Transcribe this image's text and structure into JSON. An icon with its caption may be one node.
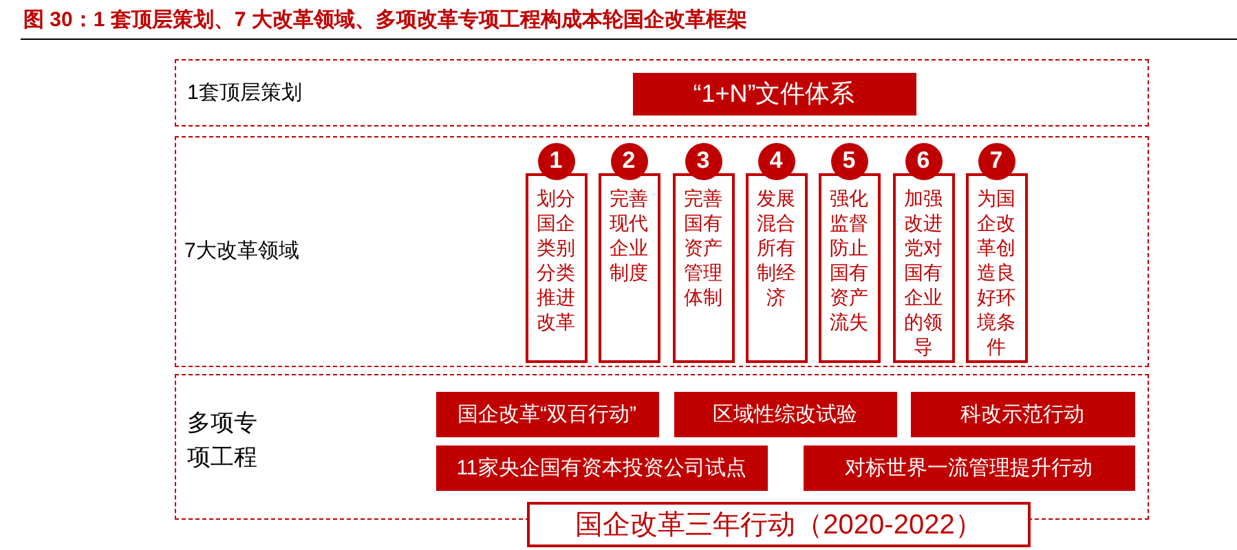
{
  "diagram": {
    "title": "图 30：1 套顶层策划、7 大改革领域、多项改革专项工程构成本轮国企改革框架",
    "nodes": [
      {
        "text": [
          "1套顶层策划"
        ]
      },
      {
        "text": [
          "“1+N”文件体系"
        ],
        "in": 0
      },
      {
        "text": [
          "7大改革领域"
        ]
      },
      {
        "text": [
          "1"
        ],
        "in": 2
      },
      {
        "text": [
          "划分国企类别分类推进改革"
        ],
        "in": 2
      },
      {
        "text": [
          "2"
        ],
        "in": 2
      },
      {
        "text": [
          "完善现代企业制度"
        ],
        "in": 2
      },
      {
        "text": [
          "3"
        ],
        "in": 2
      },
      {
        "text": [
          "完善国有资产管理体制"
        ],
        "in": 2
      },
      {
        "text": [
          "4"
        ],
        "in": 2
      },
      {
        "text": [
          "发展混合所有制经济"
        ],
        "in": 2
      },
      {
        "text": [
          "5"
        ],
        "in": 2
      },
      {
        "text": [
          "强化监督防止国有资产流失"
        ],
        "in": 2
      },
      {
        "text": [
          "6"
        ],
        "in": 2
      },
      {
        "text": [
          "加强改进党对国有企业的领导"
        ],
        "in": 2
      },
      {
        "text": [
          "7"
        ],
        "in": 2
      },
      {
        "text": [
          "为国企改革创造良好环境条件"
        ],
        "in": 2
      },
      {
        "text": [
          "多项专项工程"
        ]
      },
      {
        "text": [
          "国企改革“双百行动”"
        ],
        "in": 17
      },
      {
        "text": [
          "区域性综改试验"
        ],
        "in": 17
      },
      {
        "text": [
          "科改示范行动"
        ],
        "in": 17
      },
      {
        "text": [
          "11家央企国有资本投资公司试点"
        ],
        "in": 17
      },
      {
        "text": [
          "对标世界一流管理提升行动"
        ],
        "in": 17
      },
      {
        "text": [
          "国企改革三年行动（2020-2022）"
        ]
      }
    ]
  }
}
